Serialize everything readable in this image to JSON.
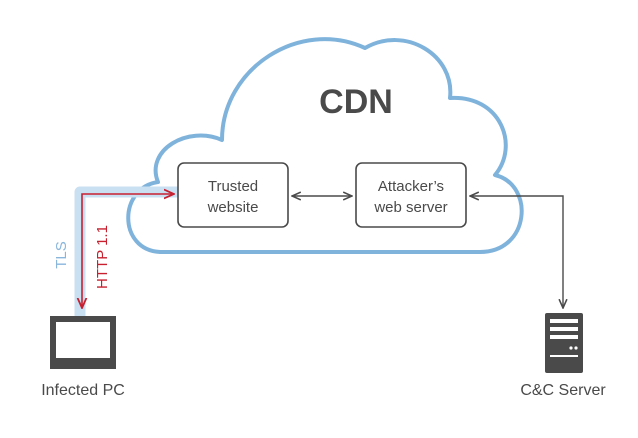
{
  "cloud": {
    "title": "CDN"
  },
  "nodes": {
    "trusted_site": {
      "line1": "Trusted",
      "line2": "website"
    },
    "attacker_server": {
      "line1": "Attacker’s",
      "line2": "web server"
    },
    "infected_pc": {
      "label": "Infected PC"
    },
    "cc_server": {
      "label": "C&C Server"
    }
  },
  "channels": {
    "tls": "TLS",
    "http": "HTTP 1.1"
  },
  "colors": {
    "cloud_outline": "#7fb3dc",
    "tls_band": "#c9dff2",
    "tls_text": "#8ab6dc",
    "http_line": "#c8202f",
    "box_stroke": "#4a4a4a",
    "text_dark": "#4a4a4a",
    "icon_fill": "#4a4a4a"
  }
}
